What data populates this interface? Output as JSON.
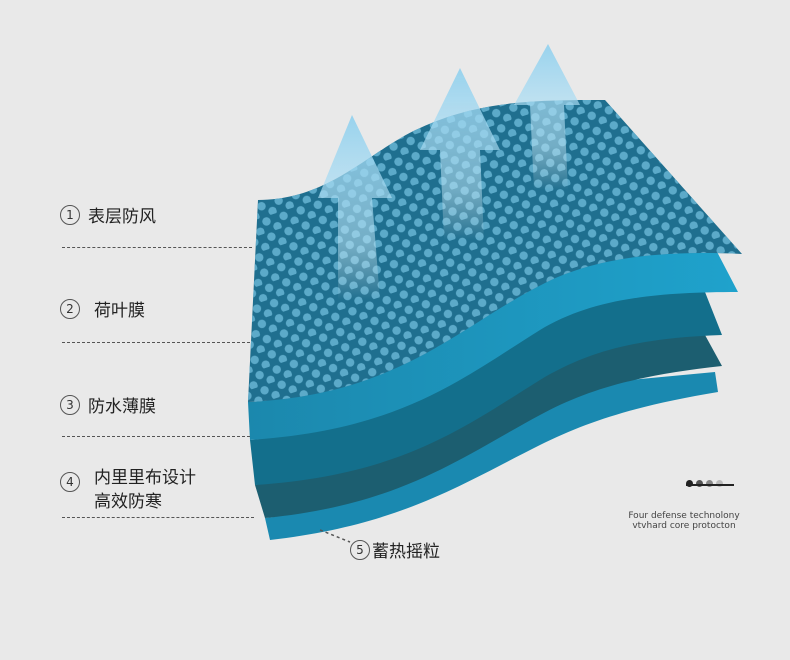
{
  "layers": [
    {
      "num": "1",
      "text": "表层防风"
    },
    {
      "num": "2",
      "text": "荷叶膜"
    },
    {
      "num": "3",
      "text": "防水薄膜"
    },
    {
      "num": "4",
      "line1": "内里里布设计",
      "line2": "高效防寒"
    },
    {
      "num": "5",
      "text": "蓄热摇粒"
    }
  ],
  "tagline": {
    "line1": "Four defense technolony",
    "line2": "vtvhard core protocton"
  },
  "colors": {
    "background": "#e9e9e9",
    "top_layer": "#1f6f8f",
    "dots": "#67b4d3",
    "arrow": "#8fd0ee",
    "layer2": "#1a8db3",
    "layer3": "#136f8c",
    "layer4": "#1c5e70",
    "layer5": "#1a89b0"
  },
  "icons": {
    "arrows": "upward-arrow-icon",
    "dots": "pagination-dots-icon"
  }
}
